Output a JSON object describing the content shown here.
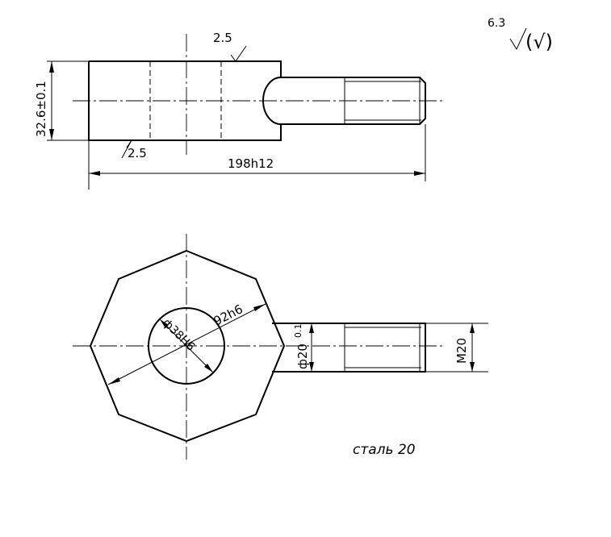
{
  "drawing": {
    "roughness": {
      "value": "6.3",
      "paren_symbol": "(√)"
    },
    "front_view": {
      "top_roughness": "2.5",
      "bottom_roughness": "2.5",
      "height_dim": "32.6±0.1",
      "length_dim": "198h12"
    },
    "top_view": {
      "hole_dim": "ф38H6",
      "across_flats_dim": "92h6",
      "shank_dim": "ф20",
      "shank_tol": "0.1",
      "thread_dim": "M20"
    },
    "material": "сталь 20"
  }
}
